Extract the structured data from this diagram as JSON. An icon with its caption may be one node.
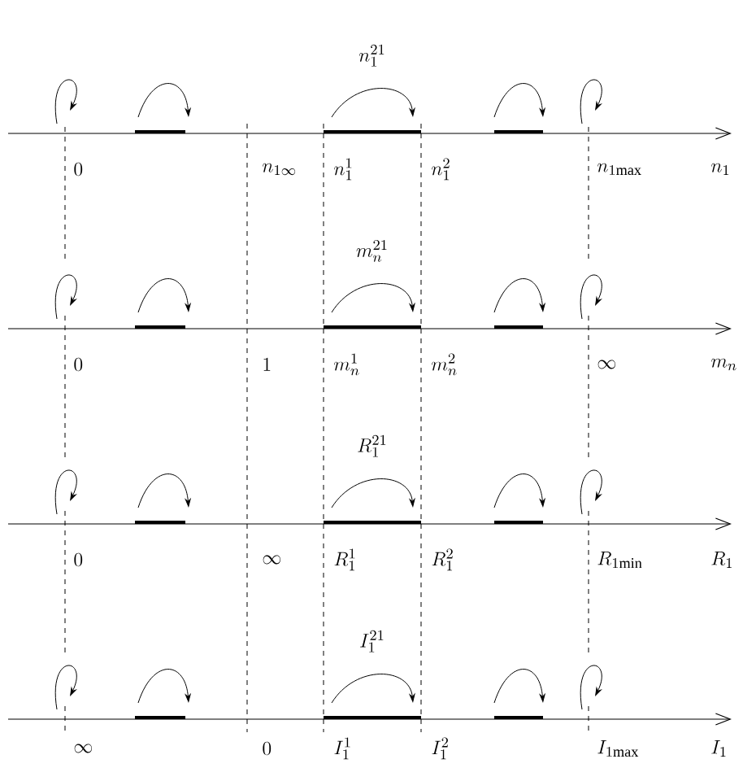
{
  "diagram": {
    "labels": [
      "n_1^{21}",
      "0",
      "n_{1\\infty}",
      "n_1^1",
      "n_1^2",
      "n_{1\\mathrm{max}}",
      "n_1",
      "m_n^{21}",
      "0",
      "1",
      "m_n^1",
      "m_n^2",
      "\\infty",
      "m_n",
      "R_1^{21}",
      "0",
      "\\infty",
      "R_1^1",
      "R_1^2",
      "R_{1\\mathrm{min}}",
      "R_1",
      "I_1^{21}",
      "\\infty",
      "0",
      "I_1^1",
      "I_1^2",
      "I_{1\\mathrm{max}}",
      "I_1"
    ]
  }
}
